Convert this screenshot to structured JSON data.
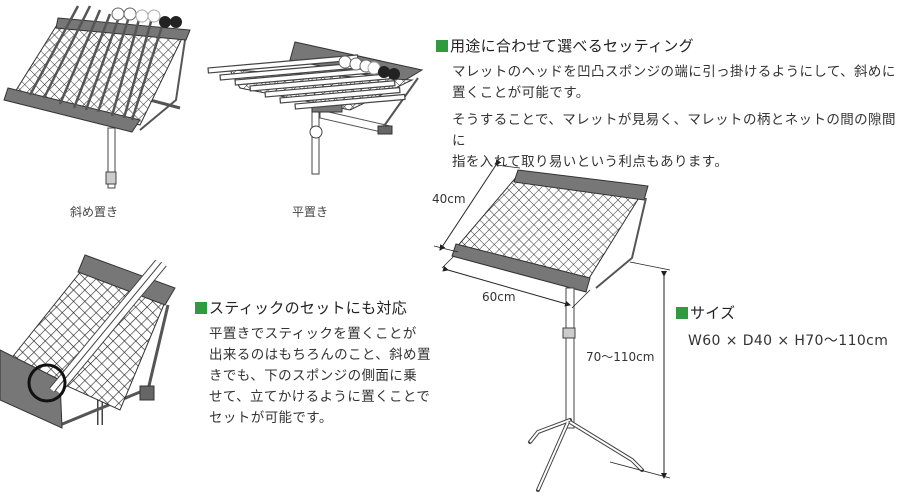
{
  "accent_color": "#2f9a3f",
  "illustrations": {
    "tilted": {
      "caption": "斜め置き"
    },
    "flat": {
      "caption": "平置き"
    },
    "stick_closeup": {
      "caption": ""
    },
    "stand_dimensions": {
      "depth_label": "40cm",
      "width_label": "60cm",
      "height_label": "70〜110cm"
    }
  },
  "sections": {
    "setting": {
      "heading": "用途に合わせて選べるセッティング",
      "paragraphs": [
        "マレットのヘッドを凹凸スポンジの端に引っ掛けるようにして、斜めに",
        "置くことが可能です。",
        "そうすることで、マレットが見易く、マレットの柄とネットの間の隙間に",
        "指を入れて取り易いという利点もあります。"
      ]
    },
    "stick": {
      "heading": "スティックのセットにも対応",
      "lines": [
        "平置きでスティックを置くことが",
        "出来るのはもちろんのこと、斜め置",
        "きでも、下のスポンジの側面に乗",
        "せて、立てかけるように置くことで",
        "セットが可能です。"
      ]
    },
    "size": {
      "heading": "サイズ",
      "value": "W60 × D40 × H70〜110cm"
    }
  }
}
